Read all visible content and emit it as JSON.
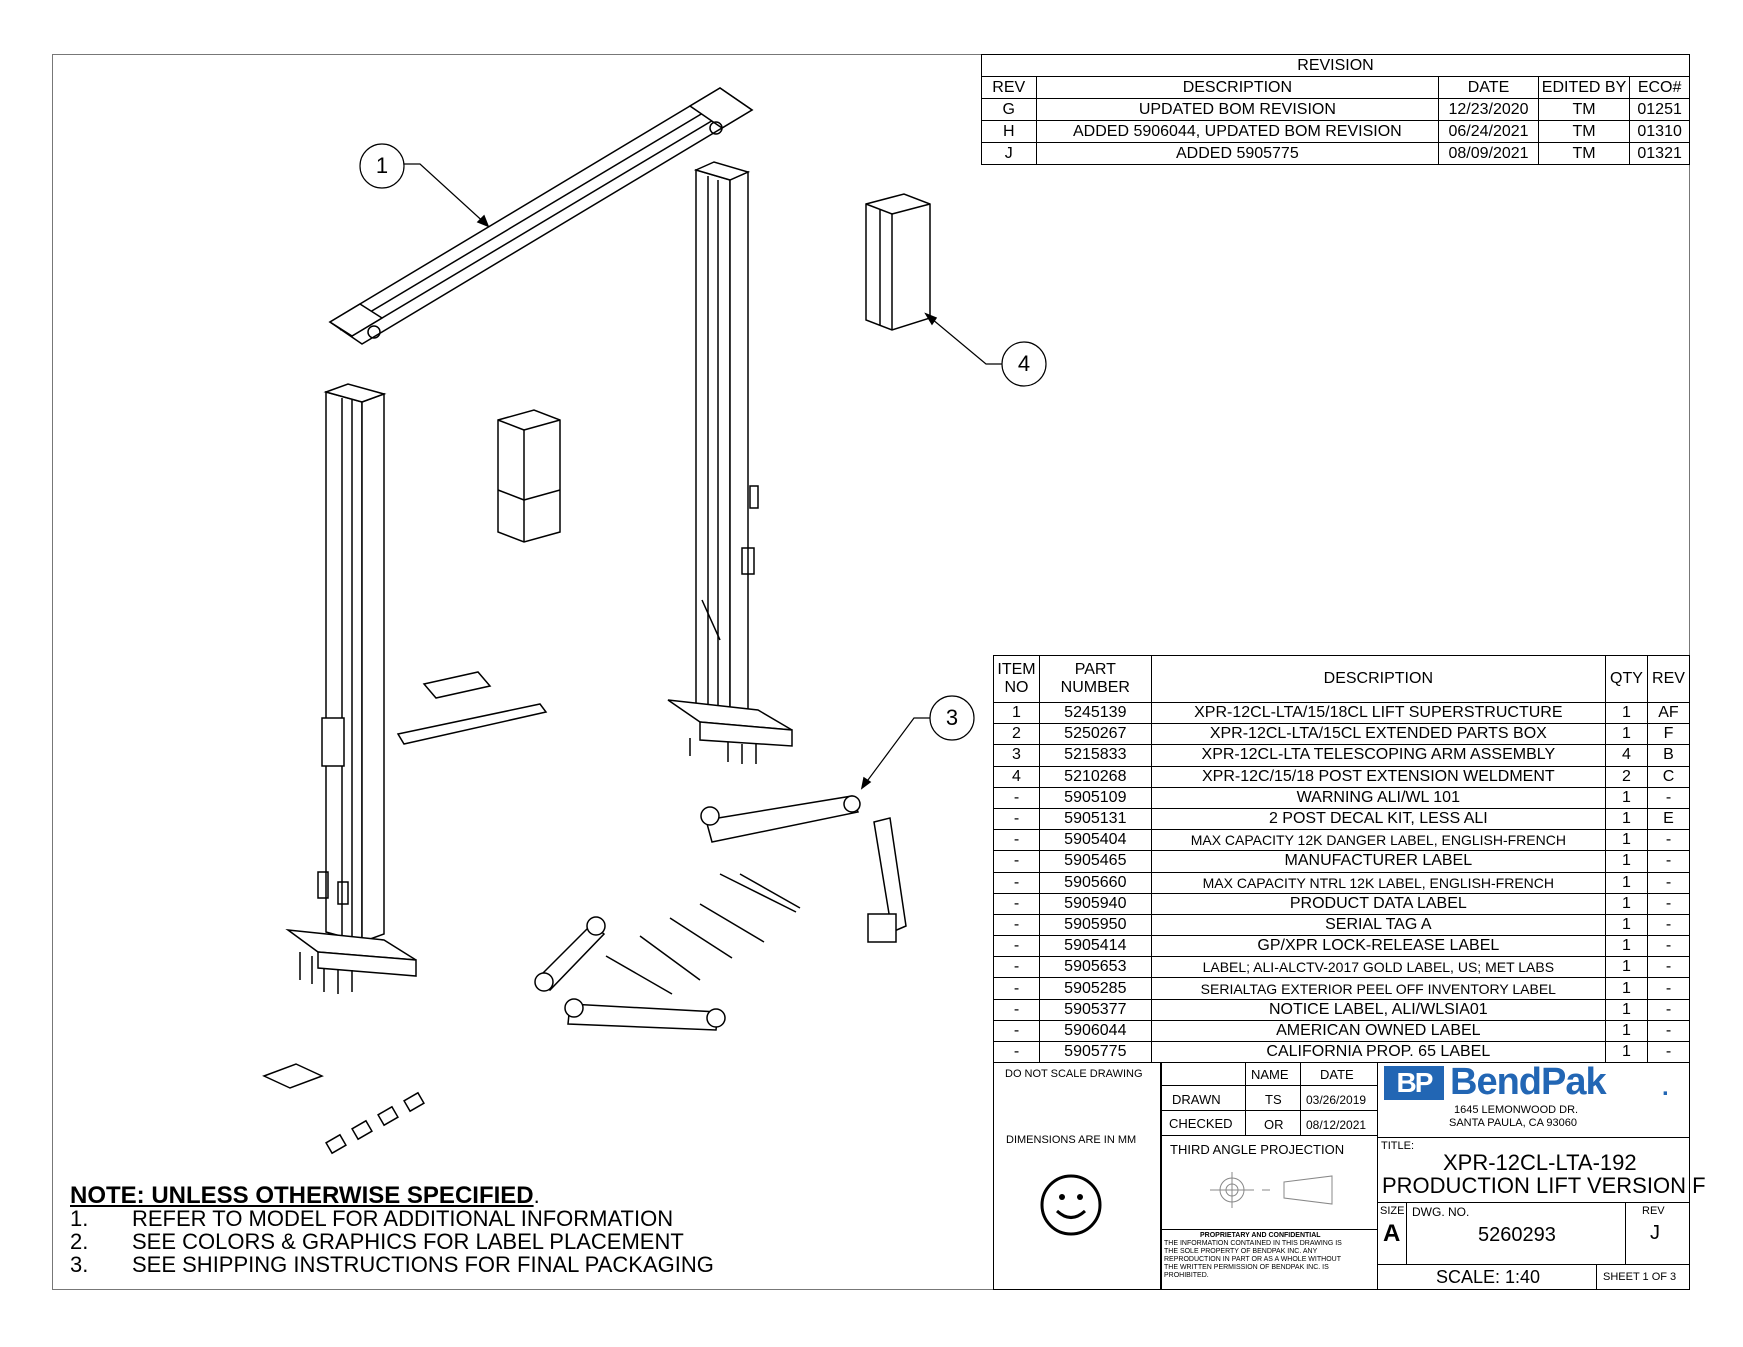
{
  "revision": {
    "title": "REVISION",
    "headers": [
      "REV",
      "DESCRIPTION",
      "DATE",
      "EDITED BY",
      "ECO#"
    ],
    "rows": [
      [
        "G",
        "UPDATED BOM REVISION",
        "12/23/2020",
        "TM",
        "01251"
      ],
      [
        "H",
        "ADDED 5906044, UPDATED BOM REVISION",
        "06/24/2021",
        "TM",
        "01310"
      ],
      [
        "J",
        "ADDED 5905775",
        "08/09/2021",
        "TM",
        "01321"
      ]
    ]
  },
  "bom": {
    "headers": [
      "ITEM NO",
      "PART NUMBER",
      "DESCRIPTION",
      "QTY",
      "REV"
    ],
    "rows": [
      [
        "1",
        "5245139",
        "XPR-12CL-LTA/15/18CL LIFT SUPERSTRUCTURE",
        "1",
        "AF"
      ],
      [
        "2",
        "5250267",
        "XPR-12CL-LTA/15CL EXTENDED PARTS BOX",
        "1",
        "F"
      ],
      [
        "3",
        "5215833",
        "XPR-12CL-LTA TELESCOPING ARM ASSEMBLY",
        "4",
        "B"
      ],
      [
        "4",
        "5210268",
        "XPR-12C/15/18 POST EXTENSION WELDMENT",
        "2",
        "C"
      ],
      [
        "-",
        "5905109",
        "WARNING ALI/WL 101",
        "1",
        "-"
      ],
      [
        "-",
        "5905131",
        "2 POST DECAL KIT, LESS ALI",
        "1",
        "E"
      ],
      [
        "-",
        "5905404",
        "MAX CAPACITY 12K DANGER LABEL, ENGLISH-FRENCH",
        "1",
        "-"
      ],
      [
        "-",
        "5905465",
        "MANUFACTURER LABEL",
        "1",
        "-"
      ],
      [
        "-",
        "5905660",
        "MAX CAPACITY NTRL 12K LABEL, ENGLISH-FRENCH",
        "1",
        "-"
      ],
      [
        "-",
        "5905940",
        "PRODUCT DATA LABEL",
        "1",
        "-"
      ],
      [
        "-",
        "5905950",
        "SERIAL TAG A",
        "1",
        "-"
      ],
      [
        "-",
        "5905414",
        "GP/XPR LOCK-RELEASE LABEL",
        "1",
        "-"
      ],
      [
        "-",
        "5905653",
        "LABEL; ALI-ALCTV-2017 GOLD LABEL, US;  MET LABS",
        "1",
        "-"
      ],
      [
        "-",
        "5905285",
        "SERIALTAG EXTERIOR PEEL OFF INVENTORY LABEL",
        "1",
        "-"
      ],
      [
        "-",
        "5905377",
        "NOTICE LABEL, ALI/WLSIA01",
        "1",
        "-"
      ],
      [
        "-",
        "5906044",
        "AMERICAN OWNED LABEL",
        "1",
        "-"
      ],
      [
        "-",
        "5905775",
        "CALIFORNIA PROP. 65 LABEL",
        "1",
        "-"
      ]
    ]
  },
  "title_block": {
    "do_not_scale": "DO NOT SCALE DRAWING",
    "name_label": "NAME",
    "date_label": "DATE",
    "drawn_label": "DRAWN",
    "drawn_name": "TS",
    "drawn_date": "03/26/2019",
    "checked_label": "CHECKED",
    "checked_name": "OR",
    "checked_date": "08/12/2021",
    "dimensions": "DIMENSIONS ARE IN MM",
    "projection": "THIRD ANGLE PROJECTION",
    "proprietary_title": "PROPRIETARY AND CONFIDENTIAL",
    "proprietary_lines": [
      "THE INFORMATION CONTAINED IN THIS DRAWING IS",
      "THE SOLE PROPERTY OF BENDPAK INC. ANY",
      "REPRODUCTION IN PART OR AS A WHOLE WITHOUT",
      "THE WRITTEN PERMISSION OF BENDPAK INC. IS",
      "PROHIBITED."
    ],
    "logo_mark": "BP",
    "logo_text": "BendPak",
    "logo_dot": ".",
    "address_1": "1645 LEMONWOOD DR.",
    "address_2": "SANTA PAULA, CA 93060",
    "title_label": "TITLE:",
    "title_1": "XPR-12CL-LTA-192",
    "title_2": "PRODUCTION LIFT VERSION F",
    "size_label": "SIZE",
    "size": "A",
    "dwg_label": "DWG.  NO.",
    "dwg_no": "5260293",
    "rev_label": "REV",
    "rev": "J",
    "scale": "SCALE: 1:40",
    "sheet": "SHEET 1 OF 3"
  },
  "notes": {
    "title": "NOTE: UNLESS OTHERWISE SPECIFIED",
    "items": [
      {
        "num": "1.",
        "text": "REFER TO MODEL FOR ADDITIONAL INFORMATION"
      },
      {
        "num": "2.",
        "text": "SEE COLORS & GRAPHICS FOR LABEL PLACEMENT"
      },
      {
        "num": "3.",
        "text": "SEE SHIPPING INSTRUCTIONS FOR FINAL PACKAGING"
      }
    ]
  },
  "balloons": [
    "1",
    "4",
    "3"
  ]
}
